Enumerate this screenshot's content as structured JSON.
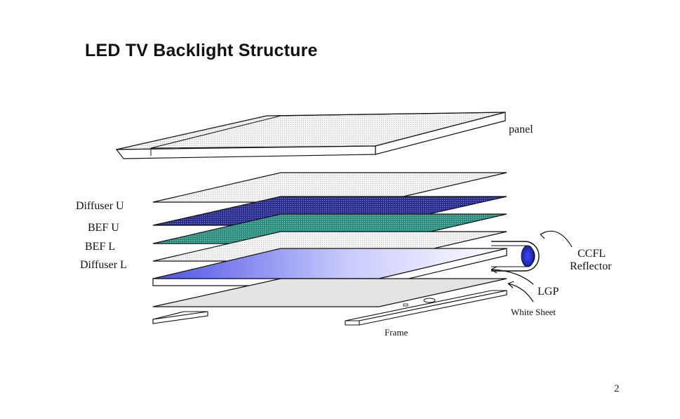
{
  "slide": {
    "title": "LED TV Backlight Structure",
    "page_number": "2"
  },
  "diagram": {
    "labels": {
      "panel": "panel",
      "diffuser_u": "Diffuser U",
      "bef_u": "BEF U",
      "bef_l": "BEF L",
      "diffuser_l": "Diffuser L",
      "ccfl": "CCFL",
      "reflector": "Reflector",
      "lgp": "LGP",
      "white_sheet": "White Sheet",
      "frame": "Frame"
    },
    "colors": {
      "bef_u": "#2b2f8f",
      "bef_l": "#2e8f80",
      "lgp_glow": "#5a5ff0",
      "ccfl_lamp": "#1e2bd0",
      "white_sheet": "#e4e4e4",
      "line": "#111111"
    }
  }
}
